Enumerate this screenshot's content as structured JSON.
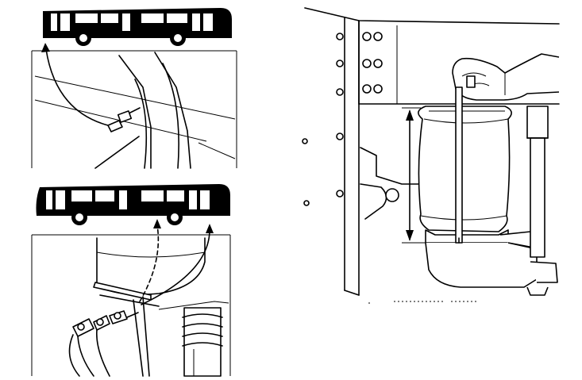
{
  "figure": {
    "panels": [
      {
        "name": "panel-top-left",
        "content": "bus-side-view-with-rear-valve-detail"
      },
      {
        "name": "panel-bottom-left",
        "content": "bus-side-view-with-dual-valve-detail"
      },
      {
        "name": "panel-right",
        "content": "air-spring-height-measurement"
      }
    ],
    "icons": [
      "bus-icon",
      "air-valve-icon",
      "air-spring-icon",
      "hand-icon",
      "measuring-rod-icon"
    ],
    "colors": {
      "line": "#000000",
      "bus": "#000000",
      "background": "#ffffff",
      "shade": "#efefef"
    }
  }
}
